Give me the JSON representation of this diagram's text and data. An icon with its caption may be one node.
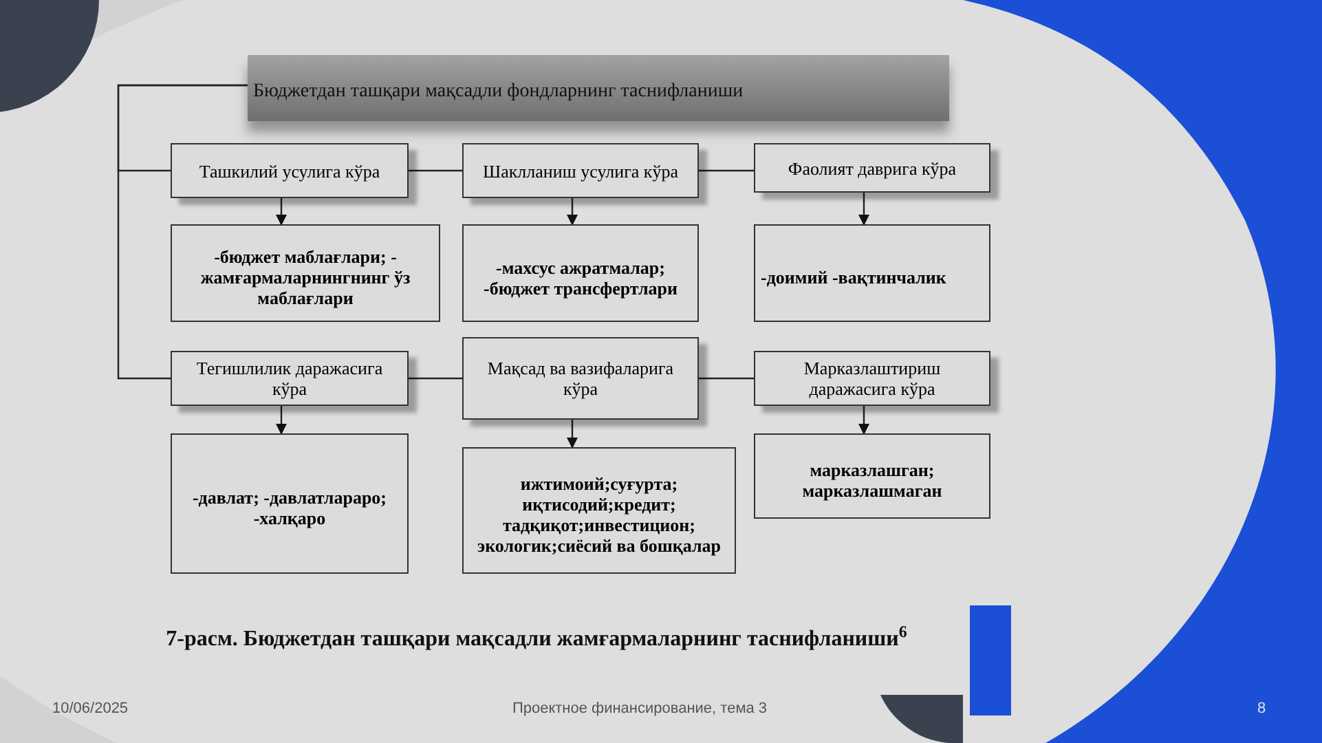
{
  "diagram": {
    "nodes": [
      {
        "text": [
          "Бюджетдан ташқари мақсадли фондларнинг таснифланиши"
        ]
      },
      {
        "text": [
          "Ташкилий усулига кўра"
        ]
      },
      {
        "text": [
          "Шаклланиш усулига кўра"
        ]
      },
      {
        "text": [
          "Фаолият даврига кўра"
        ]
      },
      {
        "text": [
          "-бюджет маблағлари; - жамғармаларнингнинг ўз маблағлари"
        ]
      },
      {
        "text": [
          "-махсус ажратмалар; -бюджет трансфертлари"
        ]
      },
      {
        "text": [
          "-доимий -вақтинчалик"
        ]
      },
      {
        "text": [
          "Тегишлилик даражасига кўра"
        ]
      },
      {
        "text": [
          "Мақсад ва вазифаларига кўра"
        ]
      },
      {
        "text": [
          "Марказлаштириш даражасига кўра"
        ]
      },
      {
        "text": [
          "-давлат; -давлатлараро; -халқаро"
        ]
      },
      {
        "text": [
          "ижтимоий;суғурта; иқтисодий;кредит; тадқиқот;инвестицион; экологик;сиёсий ва бошқалар"
        ]
      },
      {
        "text": [
          "марказлашган; марказлашмаган"
        ]
      }
    ],
    "edges": [
      {
        "from": 0,
        "to": 1,
        "arrow": "none"
      },
      {
        "from": 0,
        "to": 7,
        "arrow": "none"
      },
      {
        "from": 1,
        "to": 2,
        "arrow": "none"
      },
      {
        "from": 2,
        "to": 3,
        "arrow": "none"
      },
      {
        "from": 7,
        "to": 8,
        "arrow": "none"
      },
      {
        "from": 8,
        "to": 9,
        "arrow": "none"
      },
      {
        "from": 1,
        "to": 4,
        "arrow": "to"
      },
      {
        "from": 2,
        "to": 5,
        "arrow": "to"
      },
      {
        "from": 3,
        "to": 6,
        "arrow": "to"
      },
      {
        "from": 7,
        "to": 10,
        "arrow": "to"
      },
      {
        "from": 8,
        "to": 11,
        "arrow": "to"
      },
      {
        "from": 9,
        "to": 12,
        "arrow": "to"
      }
    ],
    "caption": "7-расм. Бюджетдан ташқари мақсадли жамғармаларнинг таснифланиши$^{6}$",
    "labels": [
      "10/06/2025",
      "Проектное финансирование, тема 3",
      "8"
    ]
  }
}
